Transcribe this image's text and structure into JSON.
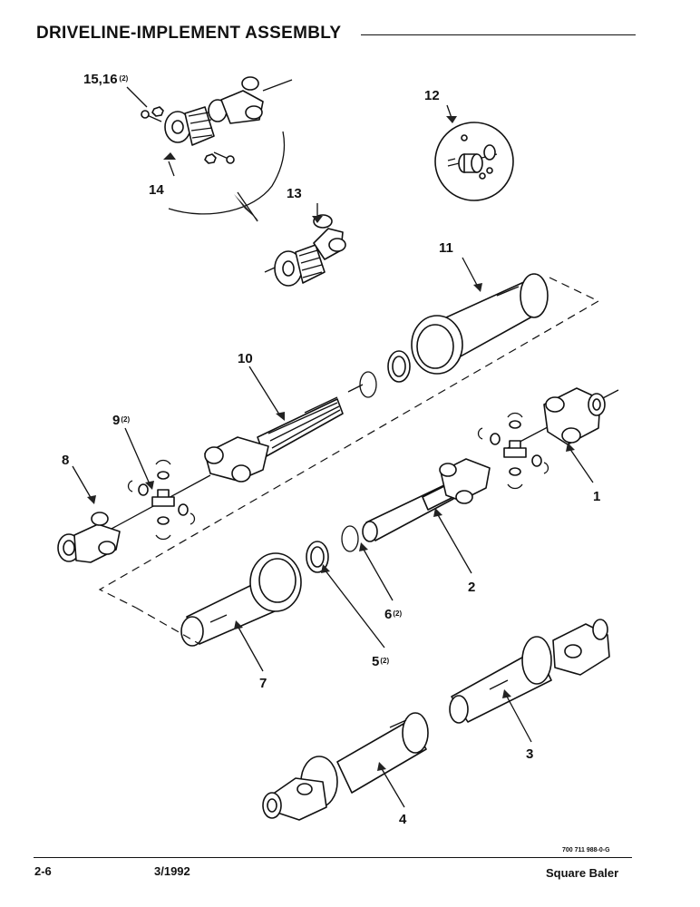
{
  "header": {
    "title": "DRIVELINE-IMPLEMENT ASSEMBLY"
  },
  "callouts": {
    "c1": "1",
    "c2": "2",
    "c3": "3",
    "c4": "4",
    "c5": "5",
    "c5q": "(2)",
    "c6": "6",
    "c6q": "(2)",
    "c7": "7",
    "c8": "8",
    "c9": "9",
    "c9q": "(2)",
    "c10": "10",
    "c11": "11",
    "c12": "12",
    "c13": "13",
    "c14": "14",
    "c15_16": "15,16",
    "c15_16q": "(2)"
  },
  "footer": {
    "page": "2-6",
    "date": "3/1992",
    "drawing_code": "700 711 988-0-G",
    "model": "Square Baler"
  }
}
